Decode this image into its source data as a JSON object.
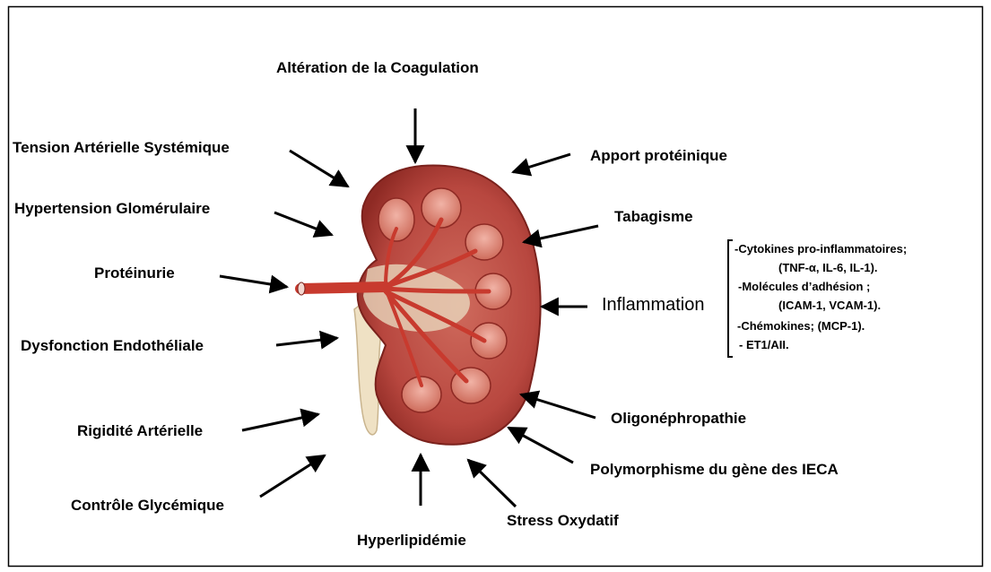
{
  "labels": {
    "coagulation": "Altération de la Coagulation",
    "tension_arterielle": "Tension Artérielle Systémique",
    "hypertension_glomerulaire": "Hypertension Glomérulaire",
    "proteinurie": "Protéinurie",
    "dysfonction_endotheliale": "Dysfonction Endothéliale",
    "rigidite_arterielle": "Rigidité Artérielle",
    "controle_glycemique": "Contrôle Glycémique",
    "hyperlipidemie": "Hyperlipidémie",
    "stress_oxydatif": "Stress Oxydatif",
    "polymorphisme": "Polymorphisme du gène des IECA",
    "oligonephropathie": "Oligonéphropathie",
    "inflammation": "Inflammation",
    "tabagisme": "Tabagisme",
    "apport_proteinique": "Apport protéinique"
  },
  "inflammation_details": [
    "-Cytokines pro-inflammatoires;",
    "(TNF-α, IL-6,  IL-1).",
    "-Molécules d’adhésion ;",
    "(ICAM-1, VCAM-1).",
    "-Chémokines; (MCP-1).",
    "- ET1/AII."
  ],
  "colors": {
    "kidney_cortex": "#b8473f",
    "kidney_dark": "#8e2a24",
    "pyramid": "#d97a6c",
    "artery": "#c83a2e",
    "ureter": "#efe1c4"
  }
}
